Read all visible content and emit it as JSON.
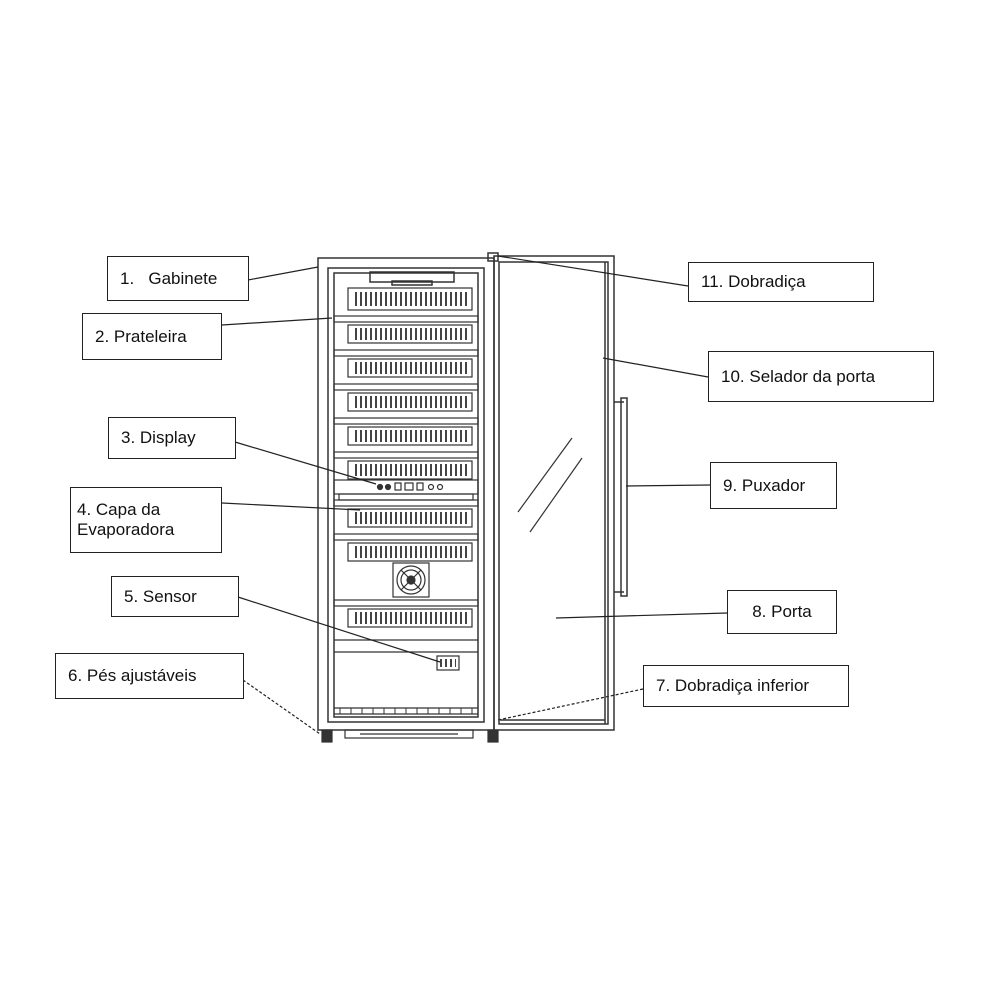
{
  "labels": {
    "l1": "1.   Gabinete",
    "l2": "2. Prateleira",
    "l3": "3. Display",
    "l4a": "4. Capa da",
    "l4b": "Evaporadora",
    "l5": "5. Sensor",
    "l6": "6. Pés ajustáveis",
    "l7": "7. Dobradiça inferior",
    "l8": "8. Porta",
    "l9": "9. Puxador",
    "l10": "10. Selador da porta",
    "l11": "11. Dobradiça"
  },
  "colors": {
    "line": "#222222",
    "stroke": "#333333",
    "fill": "#ffffff"
  }
}
